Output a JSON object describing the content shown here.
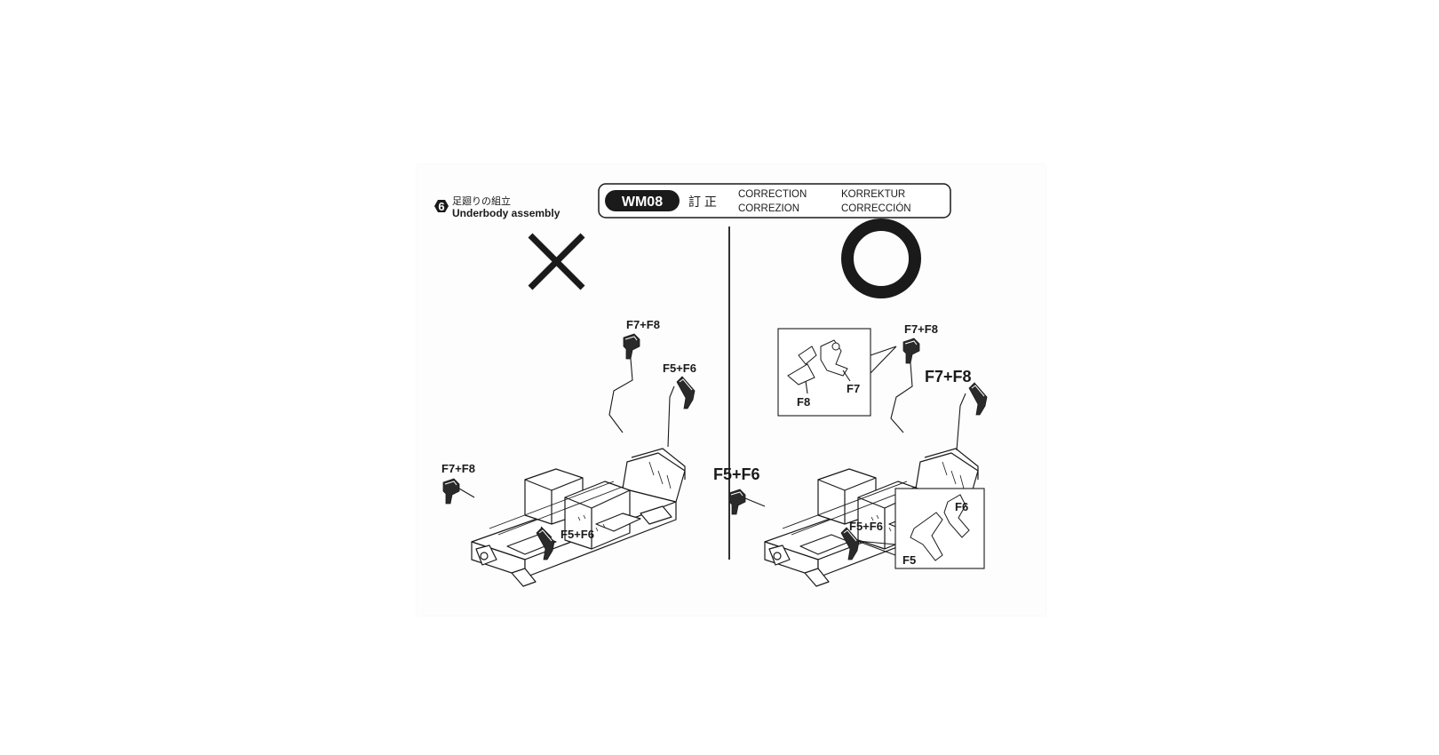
{
  "step": {
    "number": "6",
    "title_ja": "足廻りの組立",
    "title_en": "Underbody assembly"
  },
  "correction_box": {
    "code": "WM08",
    "ja": "訂 正",
    "line1_a": "CORRECTION",
    "line1_b": "KORREKTUR",
    "line2_a": "CORREZION",
    "line2_b": "CORRECCIÓN"
  },
  "wrong_panel": {
    "symbol": "cross-mark-icon",
    "labels": {
      "top_f7f8": "F7+F8",
      "top_f5f6": "F5+F6",
      "left_f7f8": "F7+F8",
      "bottom_f5f6": "F5+F6"
    }
  },
  "correct_panel": {
    "symbol": "circle-mark-icon",
    "labels": {
      "top_f7f8": "F7+F8",
      "right_f7f8": "F7+F8",
      "left_f5f6": "F5+F6",
      "bottom_f5f6": "F5+F6"
    },
    "detail_top": {
      "f8": "F8",
      "f7": "F7"
    },
    "detail_bottom": {
      "f6": "F6",
      "f5": "F5"
    }
  },
  "colors": {
    "ink": "#1a1a1a",
    "paper": "#fdfdfd"
  }
}
